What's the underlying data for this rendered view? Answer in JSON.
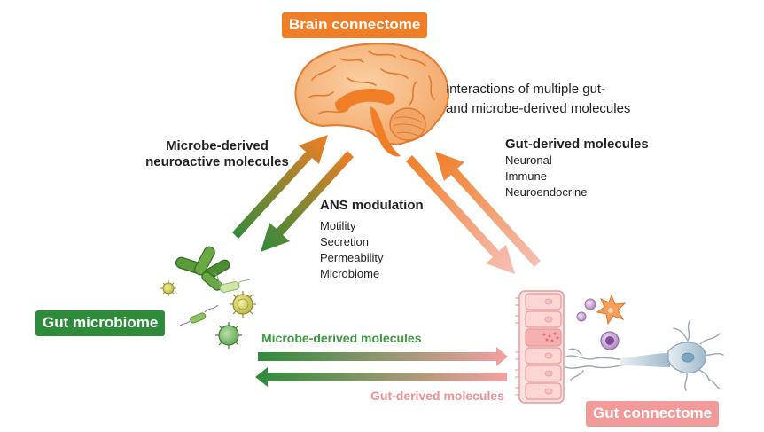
{
  "colors": {
    "brain_badge": "#f07e26",
    "microbiome_badge": "#2e8b3a",
    "gut_badge": "#f29a9a",
    "green_arrow": "#3c9a3f",
    "orange_arrow": "#f07e26",
    "pink_arrow": "#f4a1a1"
  },
  "labels": {
    "brain_connectome": "Brain connectome",
    "gut_microbiome": "Gut microbiome",
    "gut_connectome": "Gut connectome",
    "interactions_line1": "Interactions of multiple gut-",
    "interactions_line2": "and microbe-derived molecules",
    "microbe_neuro_line1": "Microbe-derived",
    "microbe_neuro_line2": "neuroactive molecules",
    "ans_title": "ANS modulation",
    "ans_items": [
      "Motility",
      "Secretion",
      "Permeability",
      "Microbiome"
    ],
    "gut_derived_title": "Gut-derived molecules",
    "gut_derived_items": [
      "Neuronal",
      "Immune",
      "Neuroendocrine"
    ],
    "microbe_molecules": "Microbe-derived molecules",
    "gut_molecules": "Gut-derived molecules"
  },
  "icons": [
    "brain-icon",
    "bacteria-icon",
    "epithelium-icon",
    "immune-cell-icon",
    "neuron-icon"
  ]
}
